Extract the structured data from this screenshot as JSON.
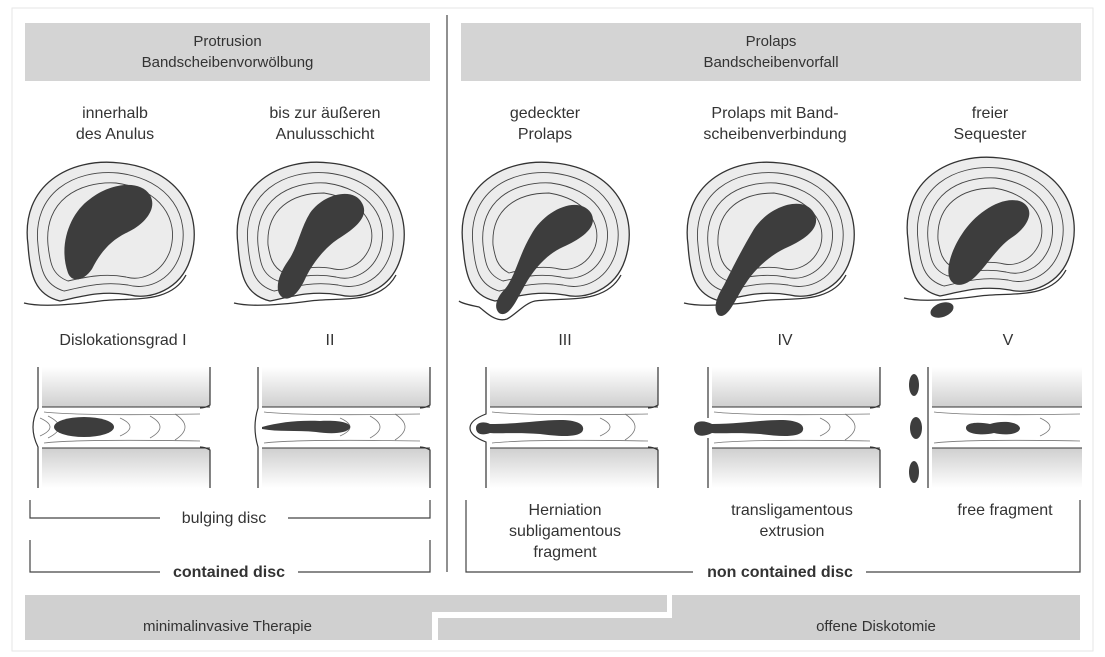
{
  "left_header": {
    "line1": "Protrusion",
    "line2": "Bandscheibenvorwölbung"
  },
  "right_header": {
    "line1": "Prolaps",
    "line2": "Bandscheibenvorfall"
  },
  "columns": [
    {
      "caption1": "innerhalb",
      "caption2": "des Anulus",
      "grade": "Dislokationsgrad I"
    },
    {
      "caption1": "bis zur äußeren",
      "caption2": "Anulusschicht",
      "grade": "II"
    },
    {
      "caption1": "gedeckter",
      "caption2": "Prolaps",
      "grade": "III"
    },
    {
      "caption1": "Prolaps mit Band-",
      "caption2": "scheibenverbindung",
      "grade": "IV"
    },
    {
      "caption1": "freier",
      "caption2": "Sequester",
      "grade": "V"
    }
  ],
  "english_terms": {
    "bulging": "bulging disc",
    "herniation": [
      "Herniation",
      "subligamentous",
      "fragment"
    ],
    "extrusion": [
      "transligamentous",
      "extrusion"
    ],
    "free": "free fragment",
    "contained": "contained disc",
    "non_contained": "non contained disc"
  },
  "therapy": {
    "left": "minimalinvasive Therapie",
    "right": "offene Diskotomie"
  },
  "colors": {
    "header_bg": "#d4d4d4",
    "nucleus": "#3d3d3d",
    "therapy_bg": "#d0d0d0"
  }
}
